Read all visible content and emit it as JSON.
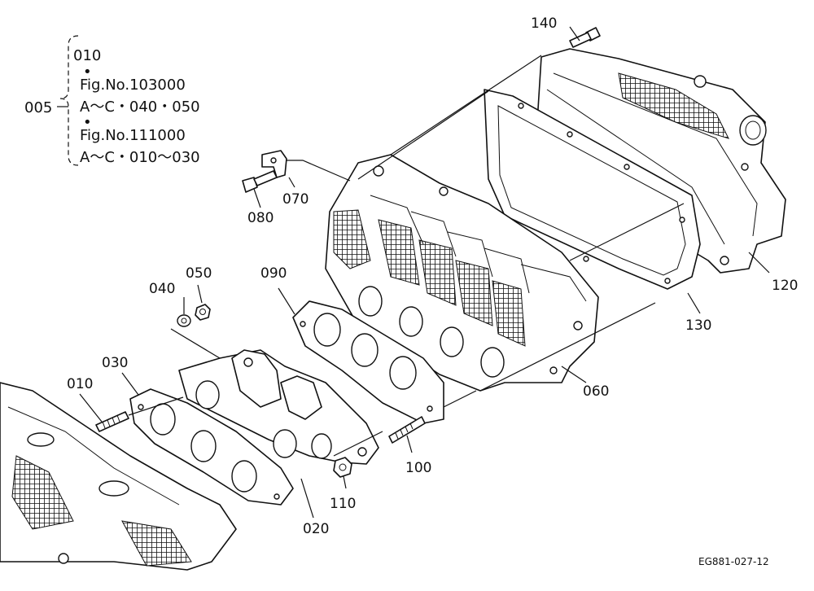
{
  "legend": {
    "group_number": "005",
    "lines": [
      "010",
      "•",
      "Fig.No.103000",
      "A～C・040・050",
      "•",
      "Fig.No.111000",
      "A～C・010～030"
    ]
  },
  "parts": {
    "p010": "010",
    "p020": "020",
    "p030": "030",
    "p040": "040",
    "p050": "050",
    "p060": "060",
    "p070": "070",
    "p080": "080",
    "p090": "090",
    "p100": "100",
    "p110": "110",
    "p120": "120",
    "p130": "130",
    "p140": "140"
  },
  "figure_code": "EG881-027-12"
}
